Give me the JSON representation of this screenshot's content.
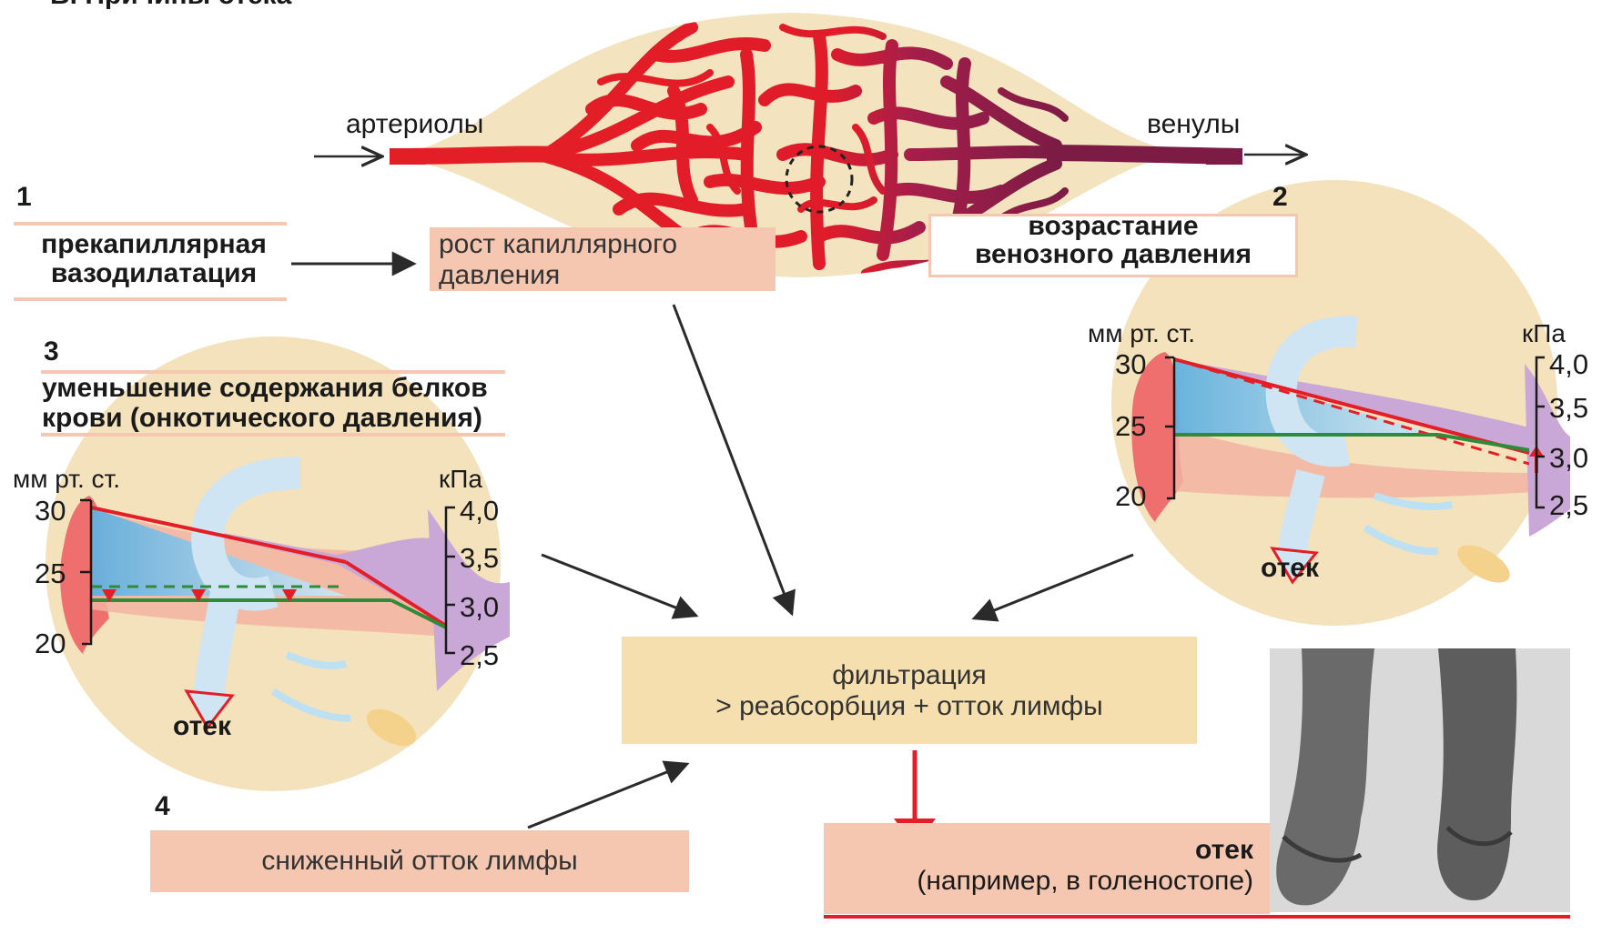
{
  "header": {
    "title": "B. Причины отека"
  },
  "network": {
    "left_label": "артериолы",
    "right_label": "венулы"
  },
  "cause1": {
    "number": "1",
    "label_line1": "прекапиллярная",
    "label_line2": "вазодилатация"
  },
  "capillary_pressure": {
    "line1": "рост капиллярного",
    "line2": "давления"
  },
  "cause2": {
    "number": "2",
    "label_line1": "возрастание",
    "label_line2": "венозного  давления"
  },
  "cause3": {
    "number": "3",
    "label_line1": "уменьшение  содержания  белков",
    "label_line2": "крови  (онкотического  давления)"
  },
  "cause4": {
    "number": "4",
    "label": "сниженный отток лимфы"
  },
  "filtration": {
    "line1": "фильтрация",
    "line2": "> реабсорбция + отток лимфы"
  },
  "result": {
    "line1": "отек",
    "line2": "(например, в голеностопе)"
  },
  "inset_left": {
    "left_axis_unit": "мм рт. ст.",
    "right_axis_unit": "кПа",
    "left_ticks": [
      "30",
      "25",
      "20"
    ],
    "right_ticks": [
      "4,0",
      "3,5",
      "3,0",
      "2,5"
    ],
    "edema_label": "отек"
  },
  "inset_right": {
    "left_axis_unit": "мм рт. ст.",
    "right_axis_unit": "кПа",
    "left_ticks": [
      "30",
      "25",
      "20"
    ],
    "right_ticks": [
      "4,0",
      "3,5",
      "3,0",
      "2,5"
    ],
    "edema_label": "отек"
  },
  "colors": {
    "arterial": "#e41e26",
    "venous": "#8b1f4e",
    "tan": "#f6dfae",
    "pink": "#f5c7b1",
    "blue": "#8cc7e8",
    "green": "#2f8a3a"
  }
}
